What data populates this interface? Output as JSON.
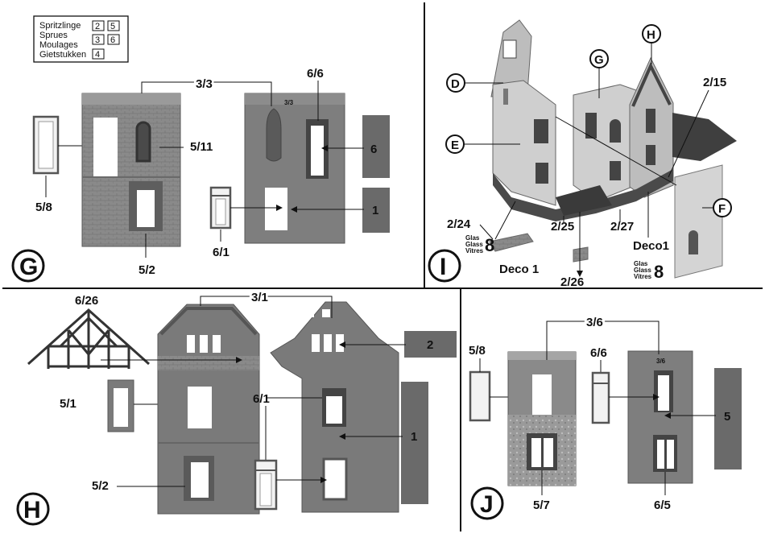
{
  "legend": {
    "languages": [
      "Spritzlinge",
      "Sprues",
      "Moulages",
      "Gietstukken"
    ],
    "sprue_numbers": [
      "2",
      "5",
      "3",
      "6",
      "4"
    ]
  },
  "step_g": {
    "step": "G",
    "labels": {
      "part_3_3": "3/3",
      "part_6_6": "6/6",
      "part_5_11": "5/11",
      "part_6": "6",
      "part_5_8": "5/8",
      "part_1": "1",
      "part_5_2": "5/2",
      "part_6_1": "6/1"
    },
    "panel_marking": "3/3"
  },
  "step_i": {
    "step": "I",
    "callouts": [
      "D",
      "E",
      "G",
      "H",
      "F"
    ],
    "labels": {
      "part_2_15": "2/15",
      "part_2_24": "2/24",
      "part_2_25": "2/25",
      "part_2_27": "2/27",
      "part_2_26": "2/26",
      "deco_left": "Deco 1",
      "deco_right": "Deco1",
      "glass_number": "8"
    },
    "glass_words": [
      "Glas",
      "Glass",
      "Vitres"
    ]
  },
  "step_h": {
    "step": "H",
    "labels": {
      "part_6_26": "6/26",
      "part_3_1": "3/1",
      "part_5_1": "5/1",
      "part_6_1": "6/1",
      "part_2": "2",
      "part_1": "1",
      "part_5_2": "5/2"
    }
  },
  "step_j": {
    "step": "J",
    "labels": {
      "part_5_8": "5/8",
      "part_3_6": "3/6",
      "part_6_6": "6/6",
      "part_5": "5",
      "part_5_7": "5/7",
      "part_6_5": "6/5"
    },
    "panel_marking": "3/6"
  },
  "colors": {
    "ink": "#111111",
    "wall": "#7e7e7e",
    "wall_dark": "#5c5c5c",
    "panel_light": "#d8d8d8",
    "background": "#ffffff"
  }
}
